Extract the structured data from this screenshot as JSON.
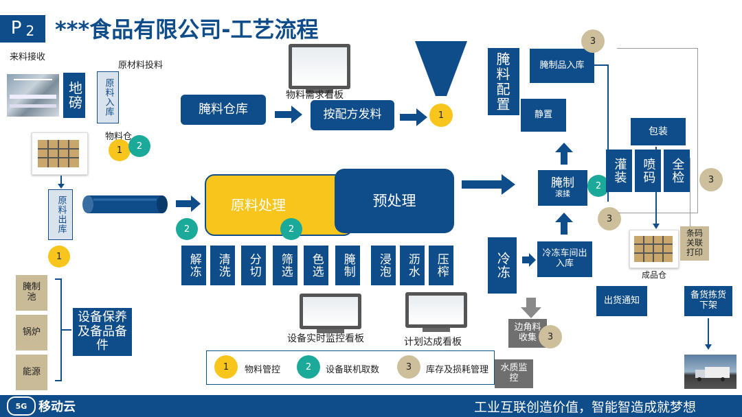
{
  "header": {
    "page_no": "P",
    "page_num": "2",
    "title": "***食品有限公司-工艺流程"
  },
  "left": {
    "receive_label": "来料接收",
    "raw_input_label": "原材料投料",
    "dibang": "地磅",
    "raw_in": "原料入库",
    "material_warehouse": "物料仓",
    "raw_out": "原料出库"
  },
  "equipment": {
    "items": [
      "腌制池",
      "锅炉",
      "能源"
    ],
    "title": "设备保养及备品备件"
  },
  "top": {
    "pickle_warehouse": "腌料仓库",
    "board_demand": "物料需求看板",
    "dispatch": "按配方发料"
  },
  "center": {
    "raw_process": "原料处理",
    "pre_process": "预处理",
    "steps": [
      "解冻",
      "清洗",
      "分切",
      "筛选",
      "色选",
      "腌制",
      "浸泡",
      "沥水",
      "压榨"
    ],
    "board_monitor": "设备实时监控看板",
    "board_plan": "计划达成看板"
  },
  "right": {
    "pickle_config": "腌料配置",
    "pickle_in": "腌制品入库",
    "rest": "静置",
    "package": "包装",
    "fill": "灌装",
    "spray": "喷码",
    "inspect": "全检",
    "pickle_roll": "腌制",
    "pickle_roll_sub": "滚揉",
    "freeze": "冷冻",
    "freeze_in": "冷冻车间出入库",
    "corner_collect": "边角料收集",
    "water_monitor": "水质监控",
    "barcode": "条码关联打印",
    "finished_warehouse": "成品仓",
    "ship_notice": "出货通知",
    "picking": "备货拣货下架"
  },
  "legend": [
    {
      "num": "1",
      "text": "物料管控"
    },
    {
      "num": "2",
      "text": "设备联机取数"
    },
    {
      "num": "3",
      "text": "库存及损耗管理"
    }
  ],
  "markers": {
    "one": "1",
    "two": "2",
    "three": "3"
  },
  "footer": {
    "logo_text": "移动云",
    "logo_badge": "5G",
    "slogan": "工业互联创造价值，智能智造成就梦想"
  },
  "colors": {
    "navy": "#0f4c8a",
    "yellow": "#f7c51b",
    "teal": "#1ba99a",
    "tan": "#cdbf9b",
    "footer": "#0f4c8a"
  }
}
